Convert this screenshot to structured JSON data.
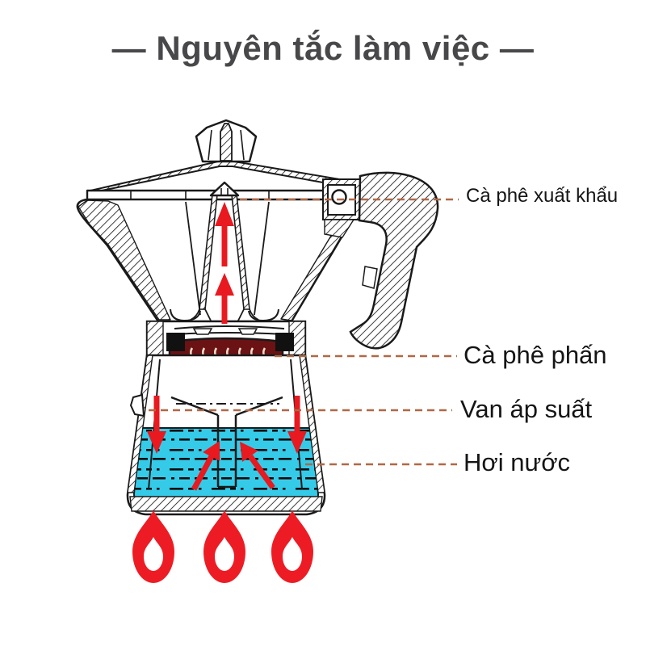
{
  "title": {
    "text": "— Nguyên tắc làm việc —",
    "color": "#48484a"
  },
  "labels": {
    "coffee_out": "Cà phê xuất khẩu",
    "coffee_powder": "Cà phê phấn",
    "pressure_valve": "Van áp suất",
    "steam": "Hơi nước"
  },
  "diagram": {
    "subject": "moka-pot-cross-section-working-principle",
    "flame_count": 3,
    "colors": {
      "outline": "#1a1a1a",
      "coffee_basket": "#6b1215",
      "steam_wave_lines": "#eedbc8",
      "water": "#35cbe8",
      "arrow_red": "#e8191f",
      "flame_red": "#ed1c24",
      "leader_line_brown": "#b06845",
      "label_text": "#151515"
    }
  }
}
